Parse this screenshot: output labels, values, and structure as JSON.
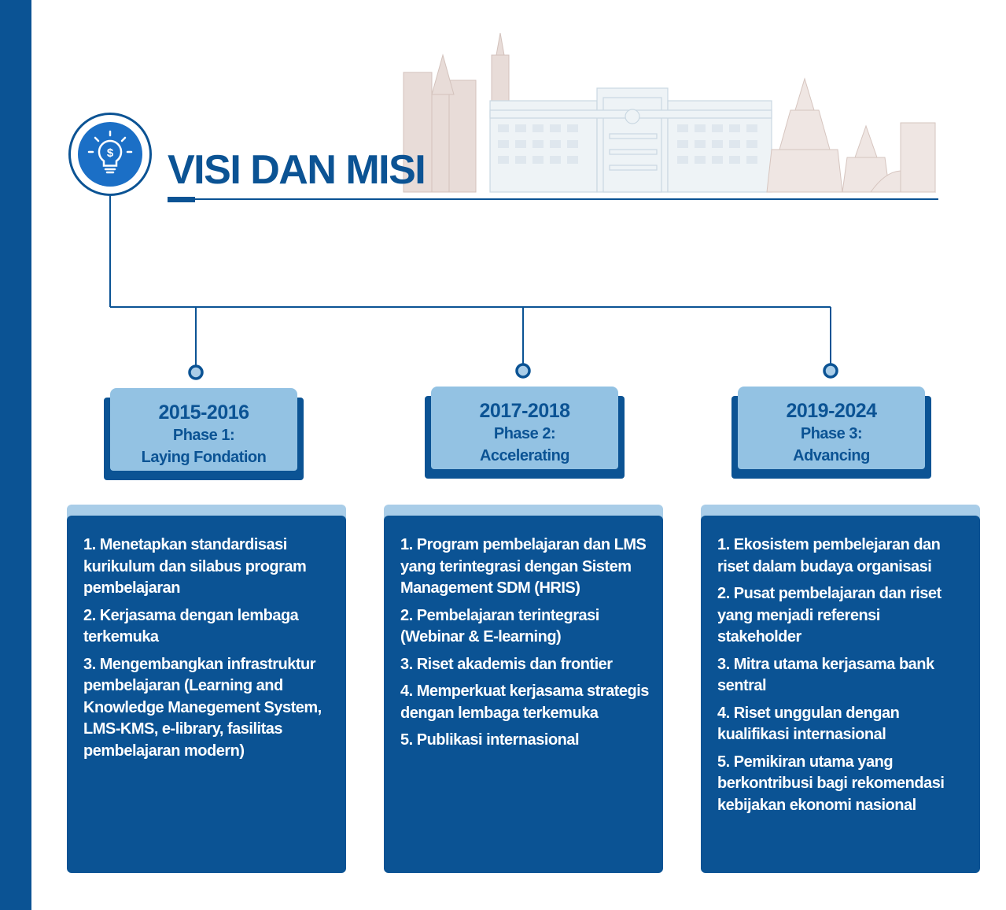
{
  "title": "VISI DAN MISI",
  "colors": {
    "primary": "#0b5394",
    "phase_box": "#93c2e3",
    "card_tab": "#a9cde8",
    "logo_fill": "#1b6fc6",
    "skyline": "#d9e4ec"
  },
  "icons": {
    "logo": "lightbulb-dollar-icon",
    "decoration": "city-skyline-illustration"
  },
  "phases": [
    {
      "years": "2015-2016",
      "phase": "Phase 1:",
      "name": "Laying Fondation",
      "items": [
        "1. Menetapkan standardisasi kurikulum dan silabus program pembelajaran",
        "2. Kerjasama dengan lembaga terkemuka",
        "3. Mengembangkan infrastruktur pembelajaran (Learning and Knowledge Manegement System, LMS-KMS, e-library, fasilitas pembelajaran modern)"
      ]
    },
    {
      "years": "2017-2018",
      "phase": "Phase 2:",
      "name": "Accelerating",
      "items": [
        "1. Program pembelajaran dan LMS yang terintegrasi dengan Sistem Management SDM (HRIS)",
        "2. Pembelajaran terintegrasi (Webinar & E-learning)",
        "3. Riset akademis dan frontier",
        "4. Memperkuat kerjasama strategis dengan lembaga terkemuka",
        "5. Publikasi internasional"
      ]
    },
    {
      "years": "2019-2024",
      "phase": "Phase 3:",
      "name": "Advancing",
      "items": [
        "1. Ekosistem pembelejaran dan riset dalam budaya organisasi",
        "2. Pusat pembelajaran dan riset yang menjadi referensi stakeholder",
        "3. Mitra utama  kerjasama bank sentral",
        "4. Riset unggulan dengan kualifikasi internasional",
        "5. Pemikiran utama yang berkontribusi bagi rekomendasi kebijakan ekonomi nasional"
      ]
    }
  ]
}
